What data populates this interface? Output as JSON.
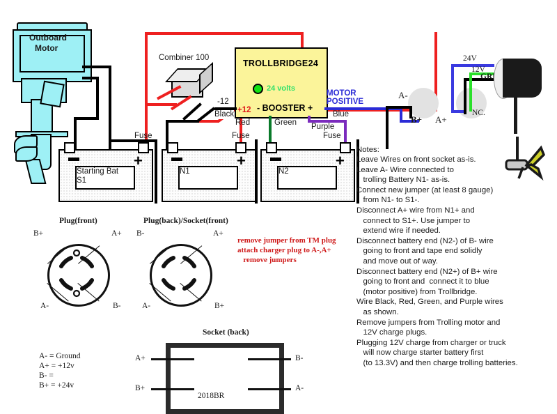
{
  "diagram": {
    "title_module": "TROLLBRIDGE24",
    "module_led_text": "24 volts",
    "module_booster_text": "- BOOSTER +",
    "module_plus12": "+12",
    "module_minus12": "-12",
    "combiner_label": "Combiner 100",
    "outboard_label_line1": "Outboard",
    "outboard_label_line2": "Motor",
    "motor_positive_line1": "MOTOR",
    "motor_positive_line2": "POSITIVE"
  },
  "wire_labels": {
    "black": "Black",
    "red": "Red",
    "green": "Green",
    "purple": "Purple",
    "blue": "Blue",
    "fuse_1": "Fuse",
    "fuse_2": "Fuse",
    "fuse_3": "Fuse"
  },
  "batteries": [
    {
      "name": "starting",
      "line1": "Starting Bat",
      "line2": "S1",
      "minus": "–",
      "plus": "+"
    },
    {
      "name": "n1",
      "line1": "N1",
      "line2": "",
      "minus": "–",
      "plus": "+"
    },
    {
      "name": "n2",
      "line1": "N2",
      "line2": "",
      "minus": "–",
      "plus": "+"
    }
  ],
  "connector": {
    "a_minus": "A-",
    "b_plus": "B+",
    "a_plus": "A+",
    "v24": "24V",
    "v12": "12V",
    "grd": "GRD",
    "nc": "NC."
  },
  "plug_front": {
    "title": "Plug(front)",
    "top_left": "B+",
    "top_right": "A+",
    "bottom_left": "A-",
    "bottom_right": "B-"
  },
  "plug_back": {
    "title": "Plug(back)/Socket(front)",
    "top_left": "B-",
    "top_right": "A+",
    "bottom_left": "A-",
    "bottom_right": "B+"
  },
  "socket_back": {
    "title": "Socket (back)",
    "part_number": "2018BR",
    "top_left": "A+",
    "bottom_left": "B+",
    "top_right": "B-",
    "bottom_right": "A-"
  },
  "legend": {
    "line1": "A- = Ground",
    "line2": "A+ = +12v",
    "line3": "B- =",
    "line4": "B+ = +24v"
  },
  "red_instructions": "remove jumper from TM plug\nattach charger plug to A-,A+\n   remove jumpers",
  "notes": {
    "heading": "Notes:",
    "body": "Leave Wires on front socket as-is.\nLeave A- Wire connected to\n   trolling Battery N1- as-is.\nConnect new jumper (at least 8 gauge)\n   from N1- to S1-.\nDisconnect A+ wire from N1+ and\n   connect to S1+. Use jumper to\n   extend wire if needed.\nDisconnect battery end (N2-) of B- wire\n   going to front and tape end solidly\n   and move out of way.\nDisconnect battery end (N2+) of B+ wire\n   going to front and  connect it to blue\n   (motor positive) from Trollbridge.\nWire Black, Red, Green, and Purple wires\n   as shown.\nRemove jumpers from Trolling motor and\n   12V charge plugs.\nPlugging 12V charge from charger or truck\n   will now charge starter battery first\n   (to 13.3V) and then charge trolling batteries."
  },
  "colors": {
    "red": "#ee2020",
    "blue": "#2b2bd6",
    "green": "#0a7a2a",
    "purple": "#7b2bbd",
    "black": "#000000",
    "module_yellow": "#fbf49a",
    "motor_cyan": "#9ef0f5",
    "led_green": "#12e212"
  }
}
